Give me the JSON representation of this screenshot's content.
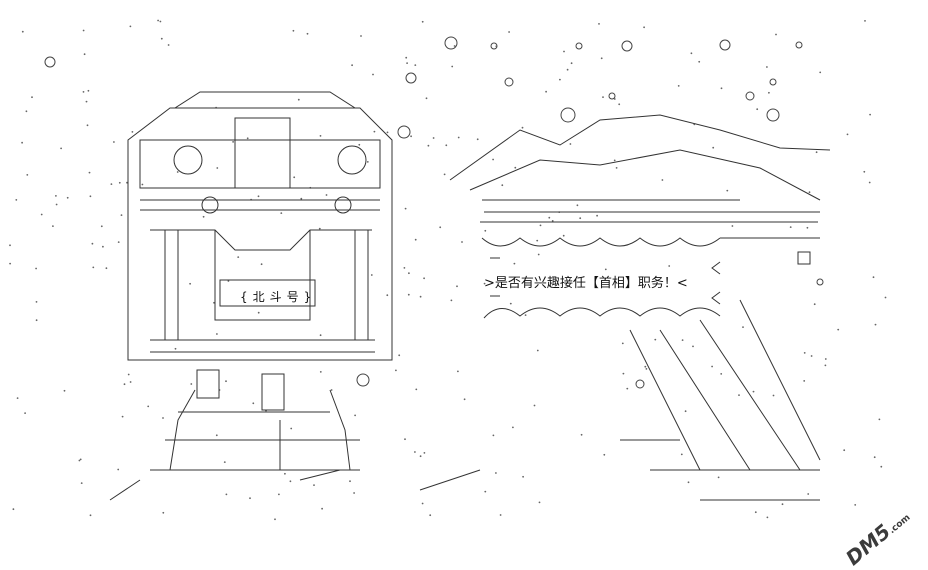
{
  "speech_text": "是否有兴趣接任【首相】职务！",
  "train_plate": "{北斗号}",
  "watermark": {
    "main": "DM5",
    "suffix": ".com"
  }
}
